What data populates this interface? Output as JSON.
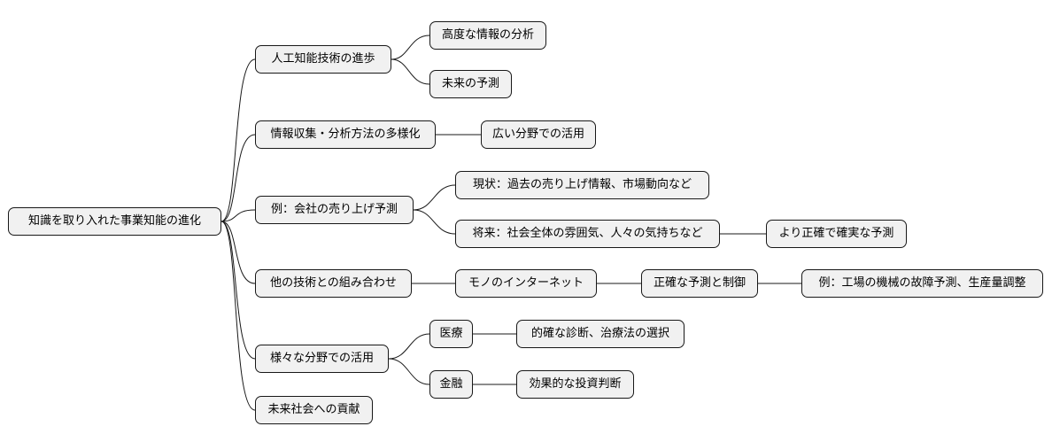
{
  "colors": {
    "node_fill": "#f1f1f1",
    "node_border": "#181818",
    "background": "#ffffff"
  },
  "mindmap": {
    "root": "知識を取り入れた事業知能の進化",
    "branches": [
      {
        "label": "人工知能技術の進歩",
        "children": [
          "高度な情報の分析",
          "未来の予測"
        ]
      },
      {
        "label": "情報収集・分析方法の多様化",
        "children": [
          "広い分野での活用"
        ]
      },
      {
        "label": "例：会社の売り上げ予測",
        "children": [
          "現状：過去の売り上げ情報、市場動向など",
          "将来：社会全体の雰囲気、人々の気持ちなど"
        ],
        "grandchild": "より正確で確実な予測"
      },
      {
        "label": "他の技術との組み合わせ",
        "chain": [
          "モノのインターネット",
          "正確な予測と制御",
          "例：工場の機械の故障予測、生産量調整"
        ]
      },
      {
        "label": "様々な分野での活用",
        "children": [
          "医療",
          "金融"
        ],
        "details": [
          "的確な診断、治療法の選択",
          "効果的な投資判断"
        ]
      },
      {
        "label": "未来社会への貢献"
      }
    ]
  }
}
